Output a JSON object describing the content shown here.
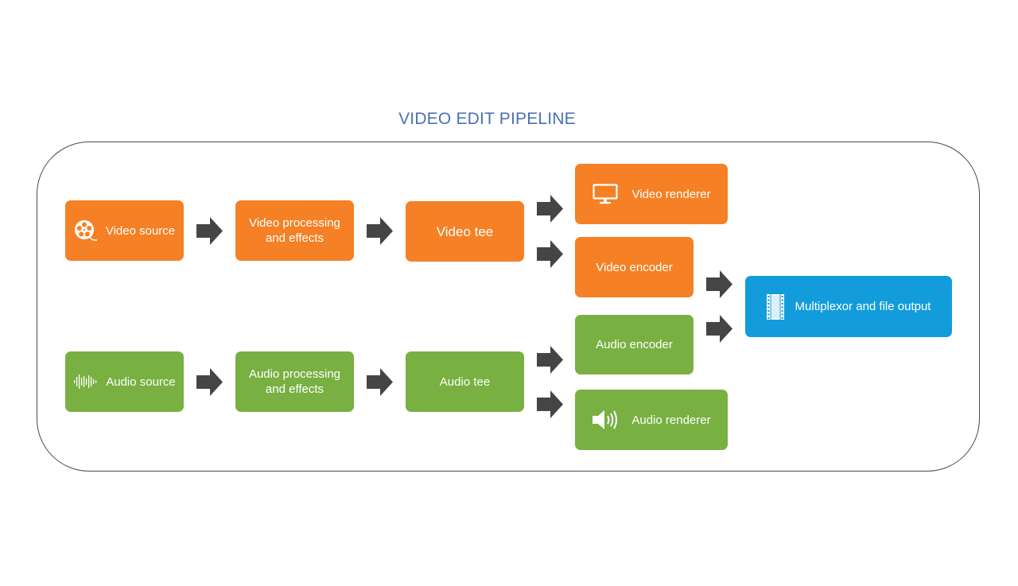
{
  "title": "VIDEO EDIT PIPELINE",
  "colors": {
    "video": "#f58025",
    "audio": "#78b042",
    "output": "#139cdc",
    "arrow": "#454545",
    "title": "#4a70b5",
    "border": "#4a4a4a"
  },
  "video_pipeline": {
    "source": {
      "label": "Video source",
      "icon": "film-reel-icon"
    },
    "processing": {
      "label": "Video processing\nand effects"
    },
    "tee": {
      "label": "Video tee"
    },
    "renderer": {
      "label": "Video renderer",
      "icon": "monitor-icon"
    },
    "encoder": {
      "label": "Video encoder"
    }
  },
  "audio_pipeline": {
    "source": {
      "label": "Audio source",
      "icon": "sound-wave-icon"
    },
    "processing": {
      "label": "Audio processing\nand effects"
    },
    "tee": {
      "label": "Audio tee"
    },
    "encoder": {
      "label": "Audio encoder"
    },
    "renderer": {
      "label": "Audio renderer",
      "icon": "speaker-icon"
    }
  },
  "output": {
    "label": "Multiplexor and file output",
    "icon": "film-strip-icon"
  },
  "edges": [
    {
      "from": "Video source",
      "to": "Video processing and effects"
    },
    {
      "from": "Video processing and effects",
      "to": "Video tee"
    },
    {
      "from": "Video tee",
      "to": "Video renderer"
    },
    {
      "from": "Video tee",
      "to": "Video encoder"
    },
    {
      "from": "Video encoder",
      "to": "Multiplexor and file output"
    },
    {
      "from": "Audio source",
      "to": "Audio processing and effects"
    },
    {
      "from": "Audio processing and effects",
      "to": "Audio tee"
    },
    {
      "from": "Audio tee",
      "to": "Audio encoder"
    },
    {
      "from": "Audio tee",
      "to": "Audio renderer"
    },
    {
      "from": "Audio encoder",
      "to": "Multiplexor and file output"
    }
  ]
}
